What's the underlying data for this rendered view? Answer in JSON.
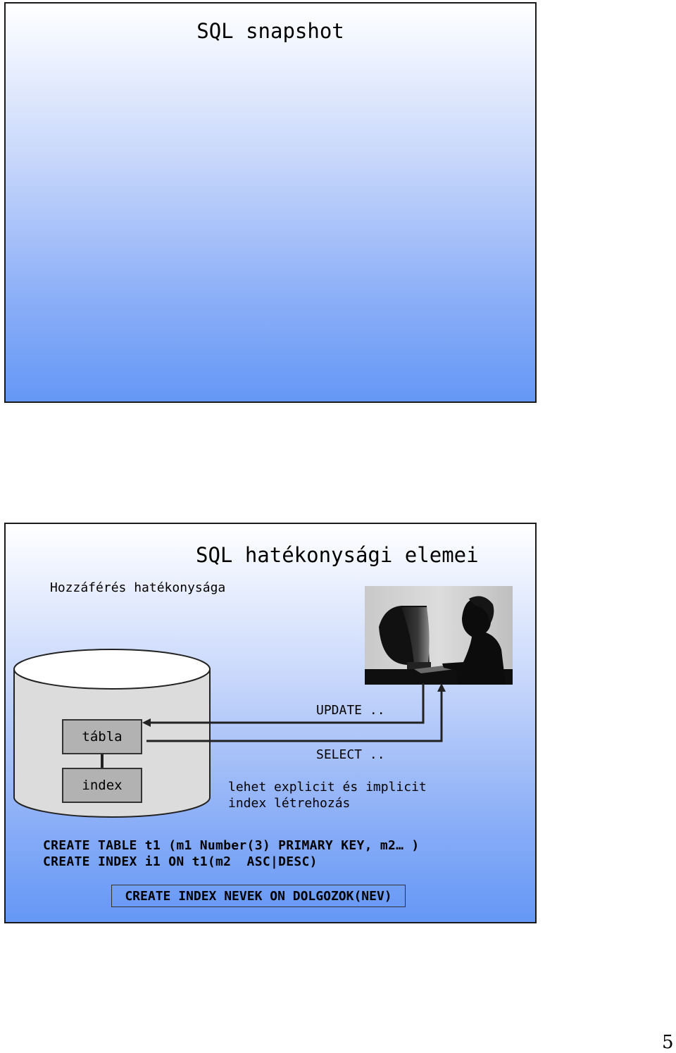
{
  "slide1": {
    "title": "SQL snapshot"
  },
  "slide2": {
    "title": "SQL hatékonysági elemei",
    "subtitle": "Hozzáférés hatékonysága",
    "diagram": {
      "table_label": "tábla",
      "index_label": "index",
      "update_label": "UPDATE ..",
      "select_label": "SELECT ..",
      "note_line1": "lehet explicit és implicit",
      "note_line2": "index létrehozás"
    },
    "code_line1": "CREATE TABLE t1 (m1 Number(3) PRIMARY KEY, m2… )",
    "code_line2": "CREATE INDEX i1 ON t1(m2  ASC|DESC)",
    "code_example": "CREATE INDEX NEVEK ON DOLGOZOK(NEV)",
    "photo_icon": "person-at-computer-silhouette"
  },
  "page_number": "5"
}
